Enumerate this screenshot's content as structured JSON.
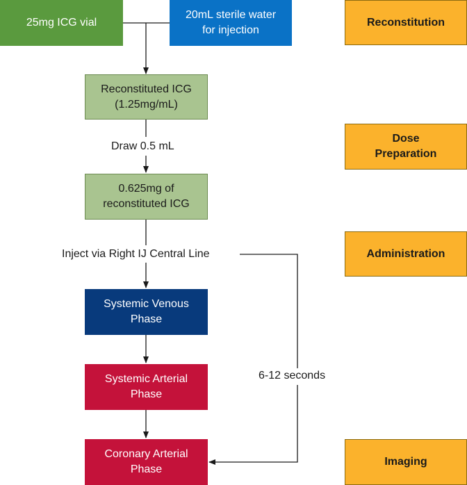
{
  "colors": {
    "green_dark": "#5a9a3e",
    "blue": "#0a72c6",
    "green_light": "#a9c490",
    "navy": "#083a7c",
    "red": "#c4123a",
    "orange": "#fbb22c"
  },
  "nodes": {
    "vial": "25mg ICG vial",
    "water_line1": "20mL sterile water",
    "water_line2": "for injection",
    "reconstituted_line1": "Reconstituted ICG",
    "reconstituted_line2": "(1.25mg/mL)",
    "dose_line1": "0.625mg of",
    "dose_line2": "reconstituted ICG",
    "venous_line1": "Systemic Venous",
    "venous_line2": "Phase",
    "arterial_line1": "Systemic Arterial",
    "arterial_line2": "Phase",
    "coronary_line1": "Coronary Arterial",
    "coronary_line2": "Phase"
  },
  "edge_labels": {
    "draw": "Draw 0.5 mL",
    "inject": "Inject via Right IJ Central Line",
    "timing": "6-12 seconds"
  },
  "phases": {
    "reconstitution": "Reconstitution",
    "dose_line1": "Dose",
    "dose_line2": "Preparation",
    "administration": "Administration",
    "imaging": "Imaging"
  }
}
